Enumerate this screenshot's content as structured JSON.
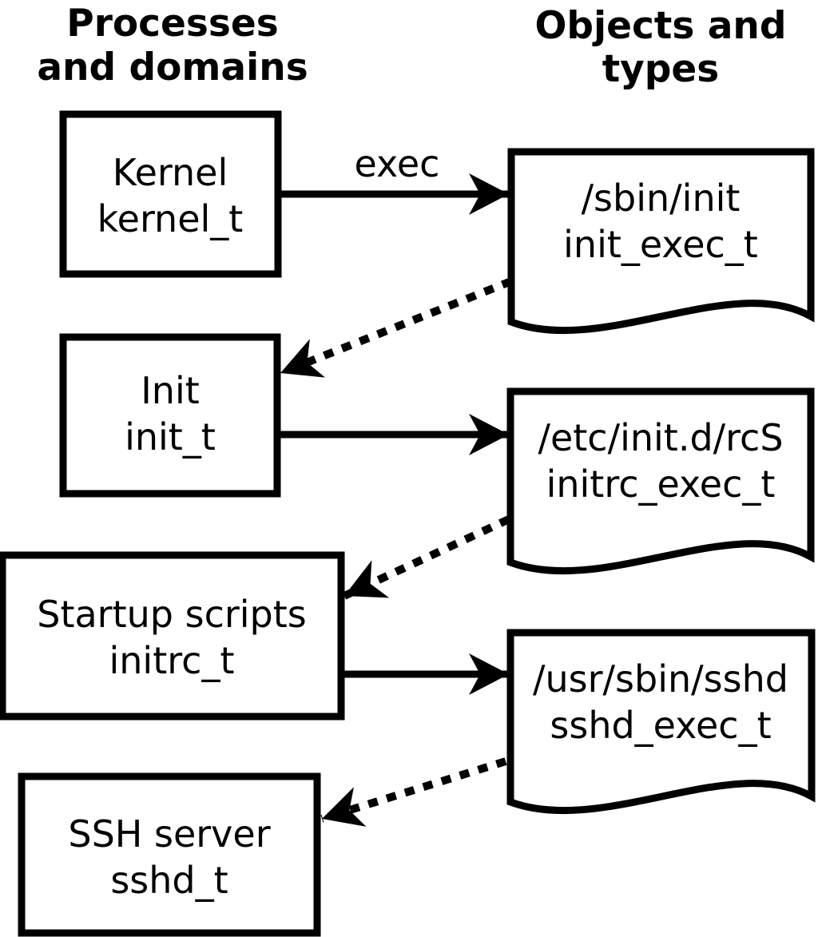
{
  "diagram": {
    "headers": {
      "left": {
        "line1": "Processes",
        "line2": "and domains"
      },
      "right": {
        "line1": "Objects and",
        "line2": "types"
      }
    },
    "processes": [
      {
        "name": "Kernel",
        "type": "kernel_t"
      },
      {
        "name": "Init",
        "type": "init_t"
      },
      {
        "name": "Startup scripts",
        "type": "initrc_t"
      },
      {
        "name": "SSH server",
        "type": "sshd_t"
      }
    ],
    "objects": [
      {
        "path": "/sbin/init",
        "type": "init_exec_t"
      },
      {
        "path": "/etc/init.d/rcS",
        "type": "initrc_exec_t"
      },
      {
        "path": "/usr/sbin/sshd",
        "type": "sshd_exec_t"
      }
    ],
    "arrow_label": "exec",
    "colors": {
      "line": "#000000",
      "background": "#ffffff"
    }
  }
}
